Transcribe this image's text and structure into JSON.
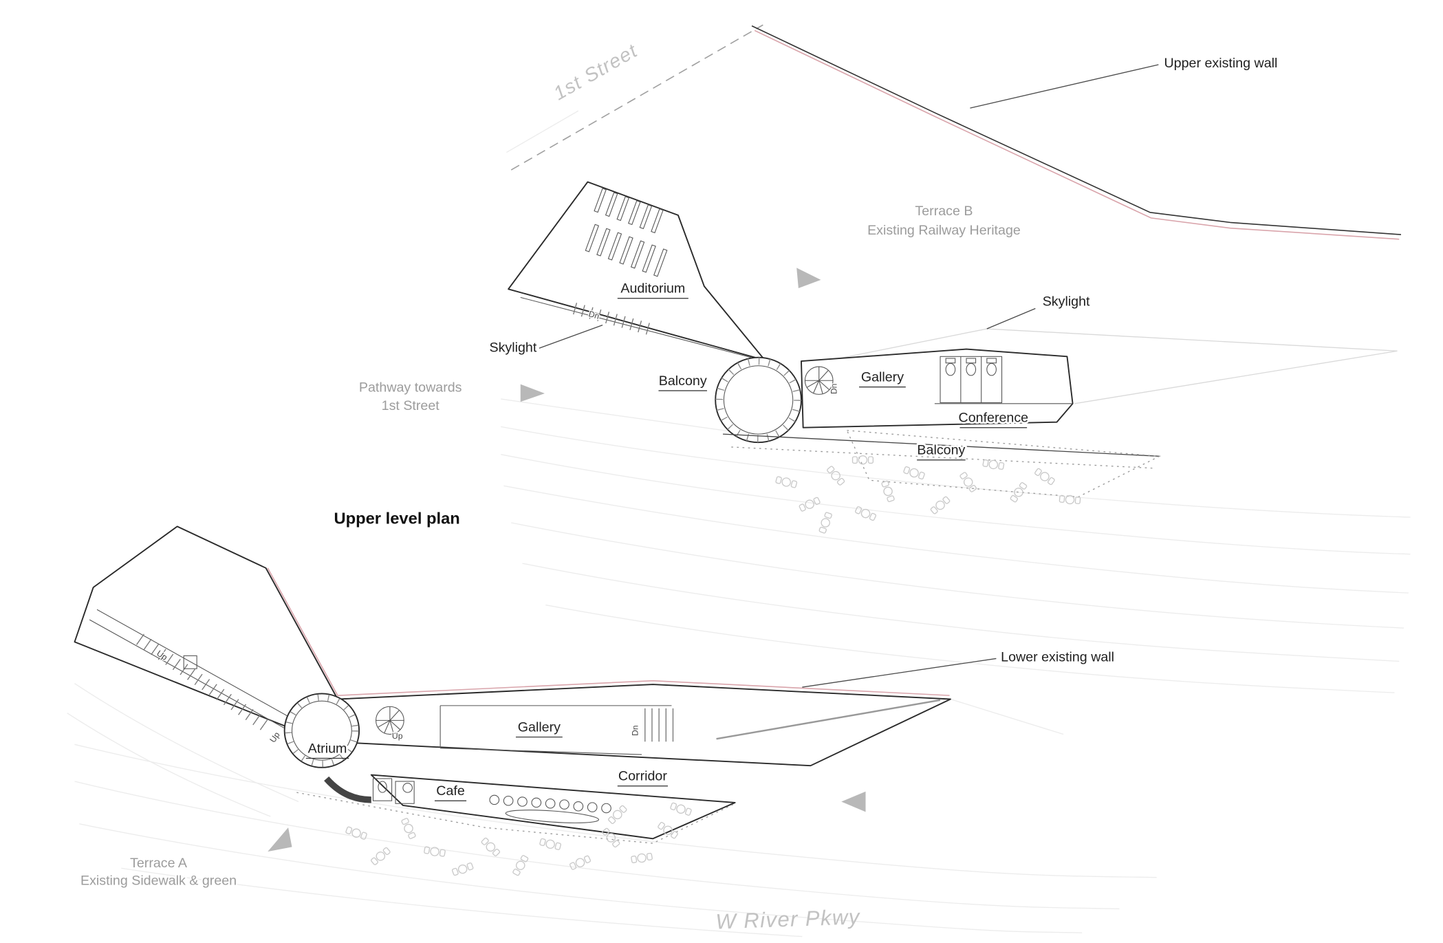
{
  "page": {
    "title": "Upper level plan"
  },
  "colors": {
    "wall_accent": "#d9a4ab",
    "drawing_line": "#2a2a2a",
    "annotation_gray": "#9c9c9c"
  },
  "upper_plan": {
    "street": "1st Street",
    "wall_label": "Upper existing wall",
    "terrace_name": "Terrace B",
    "terrace_desc": "Existing Railway Heritage",
    "pathway_line1": "Pathway towards",
    "pathway_line2": "1st Street",
    "skylight_left": "Skylight",
    "skylight_right": "Skylight",
    "rooms": {
      "auditorium": "Auditorium",
      "balcony_upper": "Balcony",
      "gallery": "Gallery",
      "conference": "Conference",
      "balcony_lower": "Balcony"
    },
    "stairs": {
      "wedge": "Dn",
      "spiral": "Dn"
    }
  },
  "lower_plan": {
    "wall_label": "Lower existing wall",
    "terrace_name": "Terrace A",
    "terrace_desc": "Existing Sidewalk & green",
    "street": "W River Pkwy",
    "rooms": {
      "atrium": "Atrium",
      "gallery": "Gallery",
      "corridor": "Corridor",
      "cafe": "Cafe"
    },
    "stairs": {
      "wedge": "Up",
      "spiral": "Up",
      "gallery": "Dn",
      "atrium": "Up"
    }
  }
}
